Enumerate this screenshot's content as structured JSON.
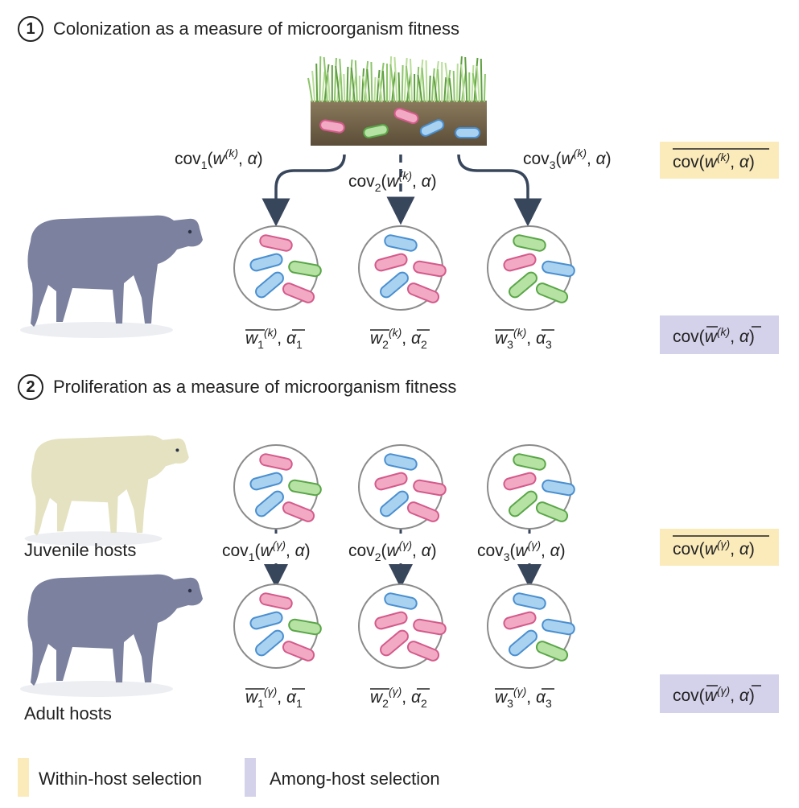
{
  "section1": {
    "number": "1",
    "title": "Colonization as a measure of microorganism fitness"
  },
  "section2": {
    "number": "2",
    "title": "Proliferation as a measure of microorganism fitness"
  },
  "labels": {
    "cov": "cov",
    "w": "w",
    "alpha": "α",
    "k": "(k)",
    "gamma": "(γ)",
    "subs": [
      "1",
      "2",
      "3"
    ],
    "comma": ","
  },
  "boxes": {
    "s1_within": "cov(w(k), α)",
    "s1_among": "cov(w(k), α)",
    "s2_within": "cov(w(γ), α)",
    "s2_among": "cov(w(γ), α)"
  },
  "hosts": {
    "juvenile": "Juvenile hosts",
    "adult": "Adult hosts"
  },
  "legend": {
    "within": {
      "label": "Within-host selection",
      "color": "#fbebbb"
    },
    "among": {
      "label": "Among-host selection",
      "color": "#d4d1ea"
    }
  },
  "colors": {
    "pink": "#f2a9c4",
    "blue": "#a9d2f0",
    "green": "#b6e2a4",
    "cow_adult": "#7b819e",
    "cow_juvenile": "#e4e2c0",
    "arrow": "#38465c"
  },
  "petri": [
    [
      [
        "pink",
        "blue",
        "green",
        "blue",
        "pink"
      ],
      [
        "blue",
        "pink",
        "pink",
        "blue",
        "pink"
      ],
      [
        "green",
        "pink",
        "blue",
        "green",
        "green"
      ]
    ],
    [
      [
        "pink",
        "blue",
        "green",
        "blue",
        "pink"
      ],
      [
        "blue",
        "pink",
        "pink",
        "blue",
        "pink"
      ],
      [
        "green",
        "pink",
        "blue",
        "green",
        "green"
      ]
    ],
    [
      [
        "pink",
        "blue",
        "green",
        "blue",
        "pink"
      ],
      [
        "blue",
        "pink",
        "pink",
        "pink",
        "pink"
      ],
      [
        "blue",
        "pink",
        "blue",
        "blue",
        "green"
      ]
    ]
  ]
}
